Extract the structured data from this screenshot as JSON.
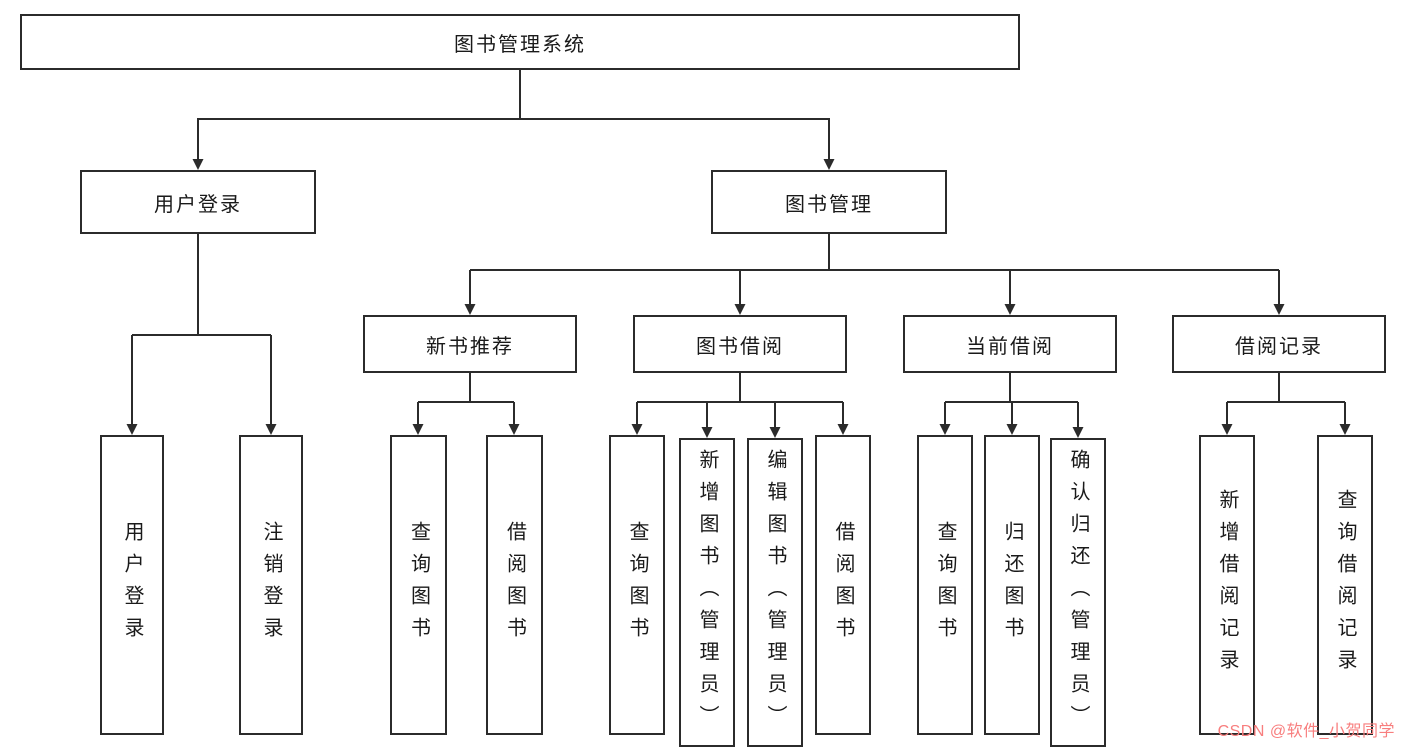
{
  "page": {
    "background": "#ffffff"
  },
  "colors": {
    "line": "#2b2b2b",
    "box_border": "#2b2b2b",
    "text": "#1a1a1a"
  },
  "tree": {
    "root": {
      "label": "图书管理系统"
    },
    "branches": [
      {
        "label": "用户登录",
        "leaves": [
          "用户登录",
          "注销登录"
        ]
      },
      {
        "label": "图书管理",
        "children": [
          {
            "label": "新书推荐",
            "leaves": [
              "查询图书",
              "借阅图书"
            ]
          },
          {
            "label": "图书借阅",
            "leaves": [
              "查询图书",
              "新增图书（管理员）",
              "编辑图书（管理员）",
              "借阅图书"
            ]
          },
          {
            "label": "当前借阅",
            "leaves": [
              "查询图书",
              "归还图书",
              "确认归还（管理员）"
            ]
          },
          {
            "label": "借阅记录",
            "leaves": [
              "新增借阅记录",
              "查询借阅记录"
            ]
          }
        ]
      }
    ]
  },
  "watermark": {
    "text": "CSDN @软件_小贺同学",
    "color": "#f87e7e"
  }
}
